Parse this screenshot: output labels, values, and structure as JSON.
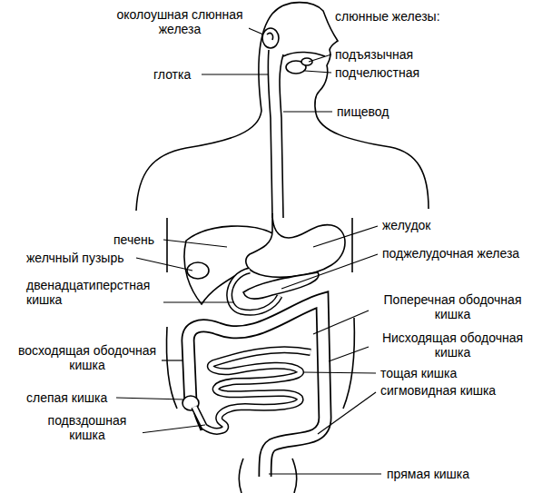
{
  "diagram": {
    "labels": [
      "околоушная слюнная железа",
      "слюнные железы:",
      "подъязычная",
      "подчелюстная",
      "глотка",
      "пищевод",
      "печень",
      "желчный пузырь",
      "двенадцатиперстная кишка",
      "желудок",
      "поджелудочная железа",
      "Поперечная ободочная кишка",
      "восходящая ободочная кишка",
      "Нисходящая ободочная кишка",
      "тощая кишка",
      "слепая кишка",
      "сигмовидная кишка",
      "подвздошная кишка",
      "прямая кишка"
    ]
  }
}
